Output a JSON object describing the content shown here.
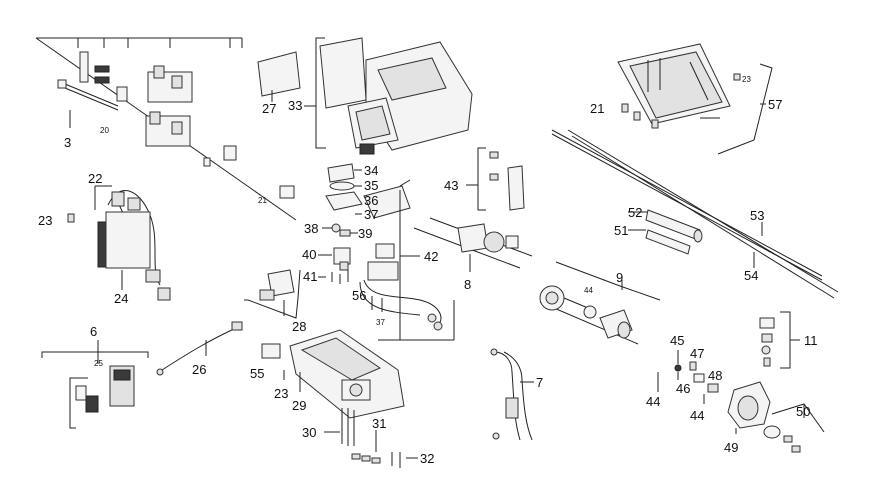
{
  "callouts": {
    "c3": "3",
    "c20": "20",
    "c22": "22",
    "c23a": "23",
    "c24": "24",
    "c27": "27",
    "c33": "33",
    "c34": "34",
    "c35": "35",
    "c36": "36",
    "c37a": "37",
    "c38": "38",
    "c39": "39",
    "c40": "40",
    "c41": "41",
    "c21a": "21",
    "c28": "28",
    "c56": "56",
    "c37b": "37",
    "c42": "42",
    "c43": "43",
    "c8": "8",
    "c6": "6",
    "c25": "25",
    "c26": "26",
    "c55": "55",
    "c23b": "23",
    "c29": "29",
    "c30": "30",
    "c31": "31",
    "c32": "32",
    "c7": "7",
    "c9": "9",
    "c44a": "44",
    "c45": "45",
    "c46": "46",
    "c47": "47",
    "c48": "48",
    "c44b": "44",
    "c44c": "44",
    "c49": "49",
    "c50": "50",
    "c11": "11",
    "c21b": "21",
    "c23c": "23",
    "c57": "57",
    "c52": "52",
    "c51": "51",
    "c53": "53",
    "c54": "54"
  }
}
